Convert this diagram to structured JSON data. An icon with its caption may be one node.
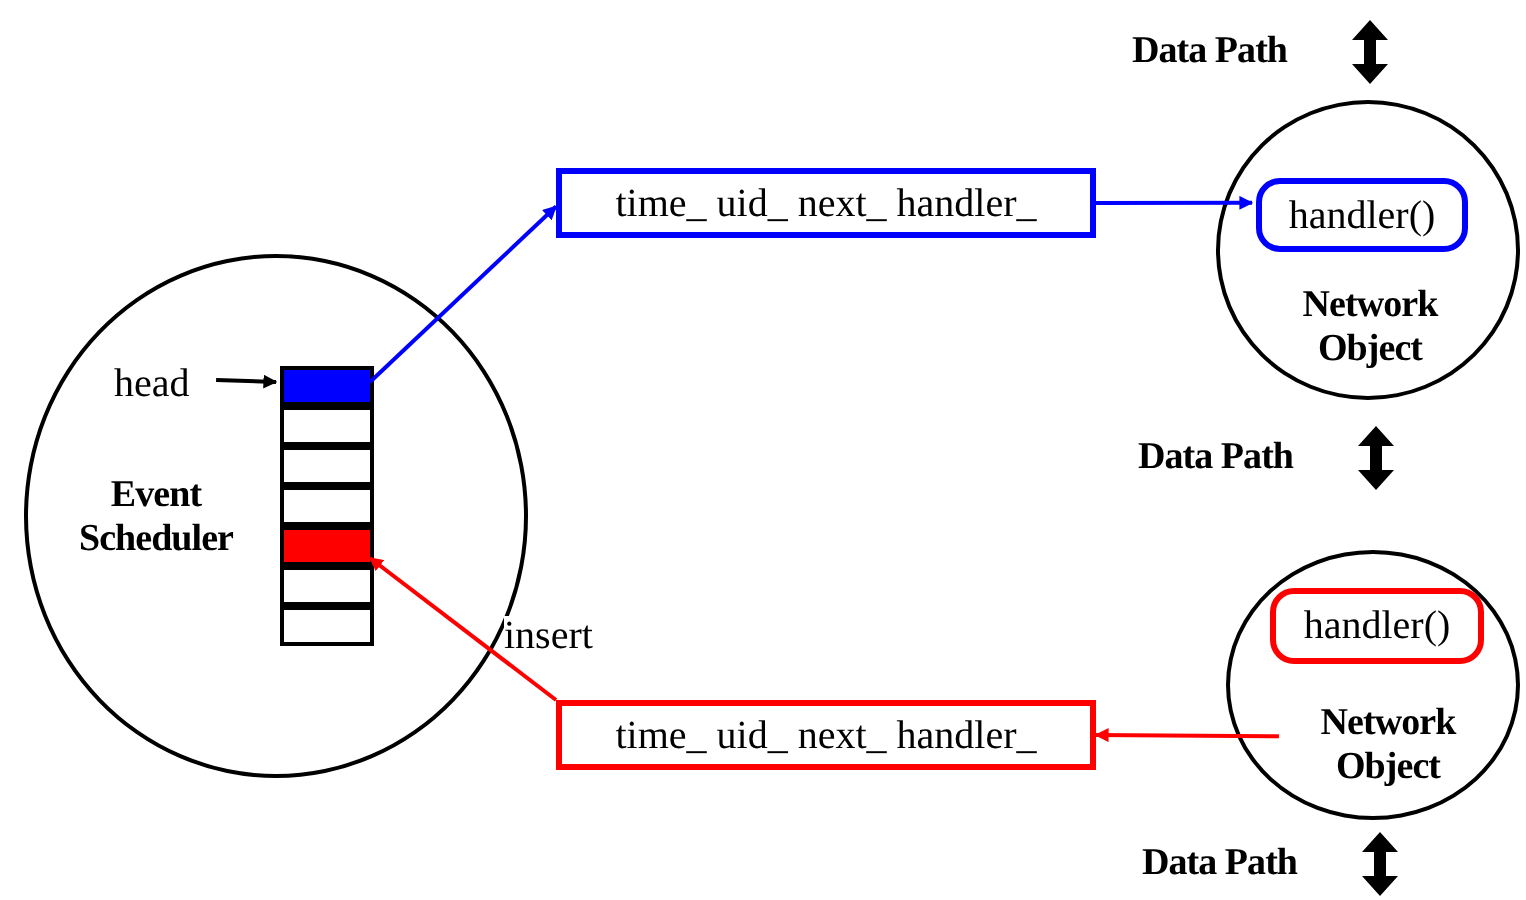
{
  "diagram": {
    "nodes": [
      {
        "text": [
          "Event Scheduler"
        ]
      },
      {
        "text": [
          "head"
        ],
        "in": 0
      },
      {
        "text": [],
        "shape": "box",
        "in": 0
      },
      {
        "text": [],
        "shape": "box",
        "in": 0
      },
      {
        "text": [],
        "shape": "box",
        "in": 0
      },
      {
        "text": [],
        "shape": "box",
        "in": 0
      },
      {
        "text": [],
        "shape": "box",
        "in": 0
      },
      {
        "text": [],
        "shape": "box",
        "in": 0
      },
      {
        "text": [],
        "shape": "box",
        "in": 0
      },
      {
        "text": [
          "time_ uid_ next_ handler_"
        ]
      },
      {
        "text": [
          "Network Object"
        ]
      },
      {
        "text": [
          "handler()"
        ],
        "in": 10
      },
      {
        "text": [
          "Network Object"
        ]
      },
      {
        "text": [
          "handler()"
        ],
        "in": 12
      },
      {
        "text": [
          "time_ uid_ next_ handler_"
        ]
      }
    ],
    "edges": [
      {
        "from": 1,
        "to": 2,
        "arrow": "to",
        "color": "#000000"
      },
      {
        "from": 2,
        "to": 9,
        "arrow": "to",
        "color": "#0000ff"
      },
      {
        "from": 9,
        "to": 11,
        "arrow": "to",
        "color": "#0000ff"
      },
      {
        "from": 12,
        "to": 14,
        "arrow": "to",
        "color": "#ff0000"
      },
      {
        "from": 14,
        "to": 6,
        "arrow": "to",
        "label": "insert",
        "color": "#ff0000"
      }
    ],
    "labels": [
      "Data Path",
      "Data Path",
      "Data Path"
    ]
  }
}
